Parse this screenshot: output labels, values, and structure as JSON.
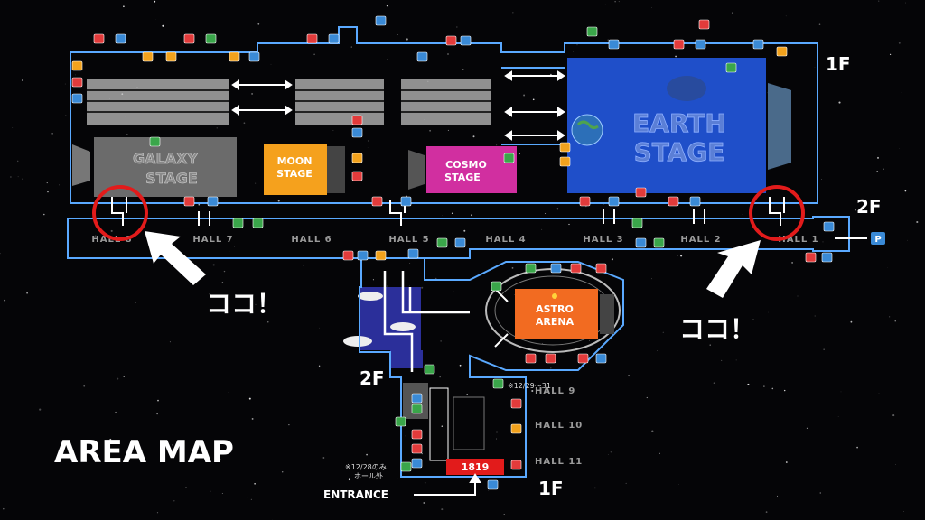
{
  "title": "AREA MAP",
  "floors": {
    "upper_right": "1F",
    "side_right": "2F",
    "center_left": "2F",
    "bottom": "1F"
  },
  "stages": {
    "galaxy": {
      "line1": "GALAXY",
      "line2": "STAGE",
      "color": "#6b6b6b"
    },
    "moon": {
      "line1": "MOON",
      "line2": "STAGE",
      "color": "#f5a11d"
    },
    "cosmo": {
      "line1": "COSMO",
      "line2": "STAGE",
      "color": "#d12fa0"
    },
    "earth": {
      "line1": "EARTH",
      "line2": "STAGE",
      "color": "#1f4fc9"
    },
    "astro": {
      "line1": "ASTRO",
      "line2": "ARENA",
      "color": "#f26b21"
    }
  },
  "halls": [
    "HALL 8",
    "HALL 7",
    "HALL 6",
    "HALL 5",
    "HALL 4",
    "HALL 3",
    "HALL 2",
    "HALL 1",
    "HALL 9",
    "HALL 10",
    "HALL 11"
  ],
  "callouts": {
    "left": "ココ！",
    "right": "ココ！"
  },
  "notes": {
    "date_note_1": "※12/29～31",
    "date_note_2": "※12/28のみ",
    "date_note_3": "ホール外"
  },
  "entrance": "ENTRANCE",
  "booth_1819": "1819",
  "icons": [
    "restroom-icon",
    "elevator-icon",
    "food-icon",
    "first-aid-icon",
    "wheelchair-icon",
    "parking-icon",
    "arrow-icon"
  ],
  "colors": {
    "hall_blue": "#3a8ad6",
    "outline": "#5aa9ff",
    "callout_red": "#e21b1b"
  }
}
